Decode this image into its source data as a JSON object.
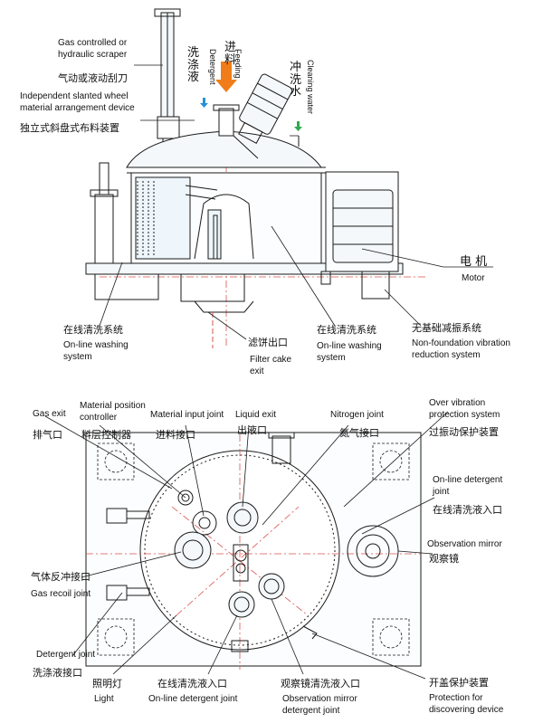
{
  "top": {
    "scraper_en": [
      "Gas controlled or",
      "hydraulic scraper"
    ],
    "scraper_zh": "气动或液动刮刀",
    "wheel_en": [
      "Independent slanted wheel",
      "material arrangement device"
    ],
    "wheel_zh": "独立式斜盘式布料装置",
    "detergent_zh": "洗涤液",
    "detergent_en": "Detergent",
    "feeding_zh": "进料",
    "feeding_en": "Feeding",
    "cleaning_zh": "冲洗水",
    "cleaning_en": "Cleaning water",
    "motor_zh": "电 机",
    "motor_en": "Motor",
    "washing_left_zh": "在线清洗系统",
    "washing_left_en": [
      "On-line washing",
      "system"
    ],
    "cake_zh": "滤饼出口",
    "cake_en": [
      "Filter cake",
      "exit"
    ],
    "washing_right_zh": "在线清洗系统",
    "washing_right_en": [
      "On-line washing",
      "system"
    ],
    "vibration_zh": "无基础减振系统",
    "vibration_en": [
      "Non-foundation vibration",
      "reduction system"
    ]
  },
  "bottom": {
    "gas_exit_en": "Gas exit",
    "gas_exit_zh": "排气口",
    "mat_pos_en": [
      "Material position",
      "controller"
    ],
    "mat_pos_zh": "料层控制器",
    "mat_input_en": "Material input joint",
    "mat_input_zh": "进料接口",
    "liquid_exit_en": "Liquid exit",
    "liquid_exit_zh": "出液口",
    "nitrogen_en": "Nitrogen joint",
    "nitrogen_zh": "氮气接口",
    "over_vib_en": [
      "Over vibration",
      "protection system"
    ],
    "over_vib_zh": "过振动保护装置",
    "online_det_en": [
      "On-line detergent",
      "joint"
    ],
    "online_det_zh": "在线清洗液入口",
    "obs_mirror_en": "Observation mirror",
    "obs_mirror_zh": "观察镜",
    "gas_recoil_zh": "气体反冲接口",
    "gas_recoil_en": "Gas recoil joint",
    "det_joint_en": "Detergent joint",
    "det_joint_zh": "洗涤液接口",
    "light_zh": "照明灯",
    "light_en": "Light",
    "online_det2_zh": "在线清洗液入口",
    "online_det2_en": "On-line detergent joint",
    "obs_det_zh": "观察镜清洗液入口",
    "obs_det_en": [
      "Observation mirror",
      "detergent joint"
    ],
    "protect_zh": "开盖保护装置",
    "protect_en": [
      "Protection for",
      "discovering device"
    ]
  },
  "colors": {
    "line": "#1a1a1a",
    "centerline": "#d9534f",
    "feed_arrow": "#f07d1a",
    "det_arrow": "#2a8fd8",
    "water_arrow": "#2fa84f",
    "fill": "#eef6fb"
  }
}
